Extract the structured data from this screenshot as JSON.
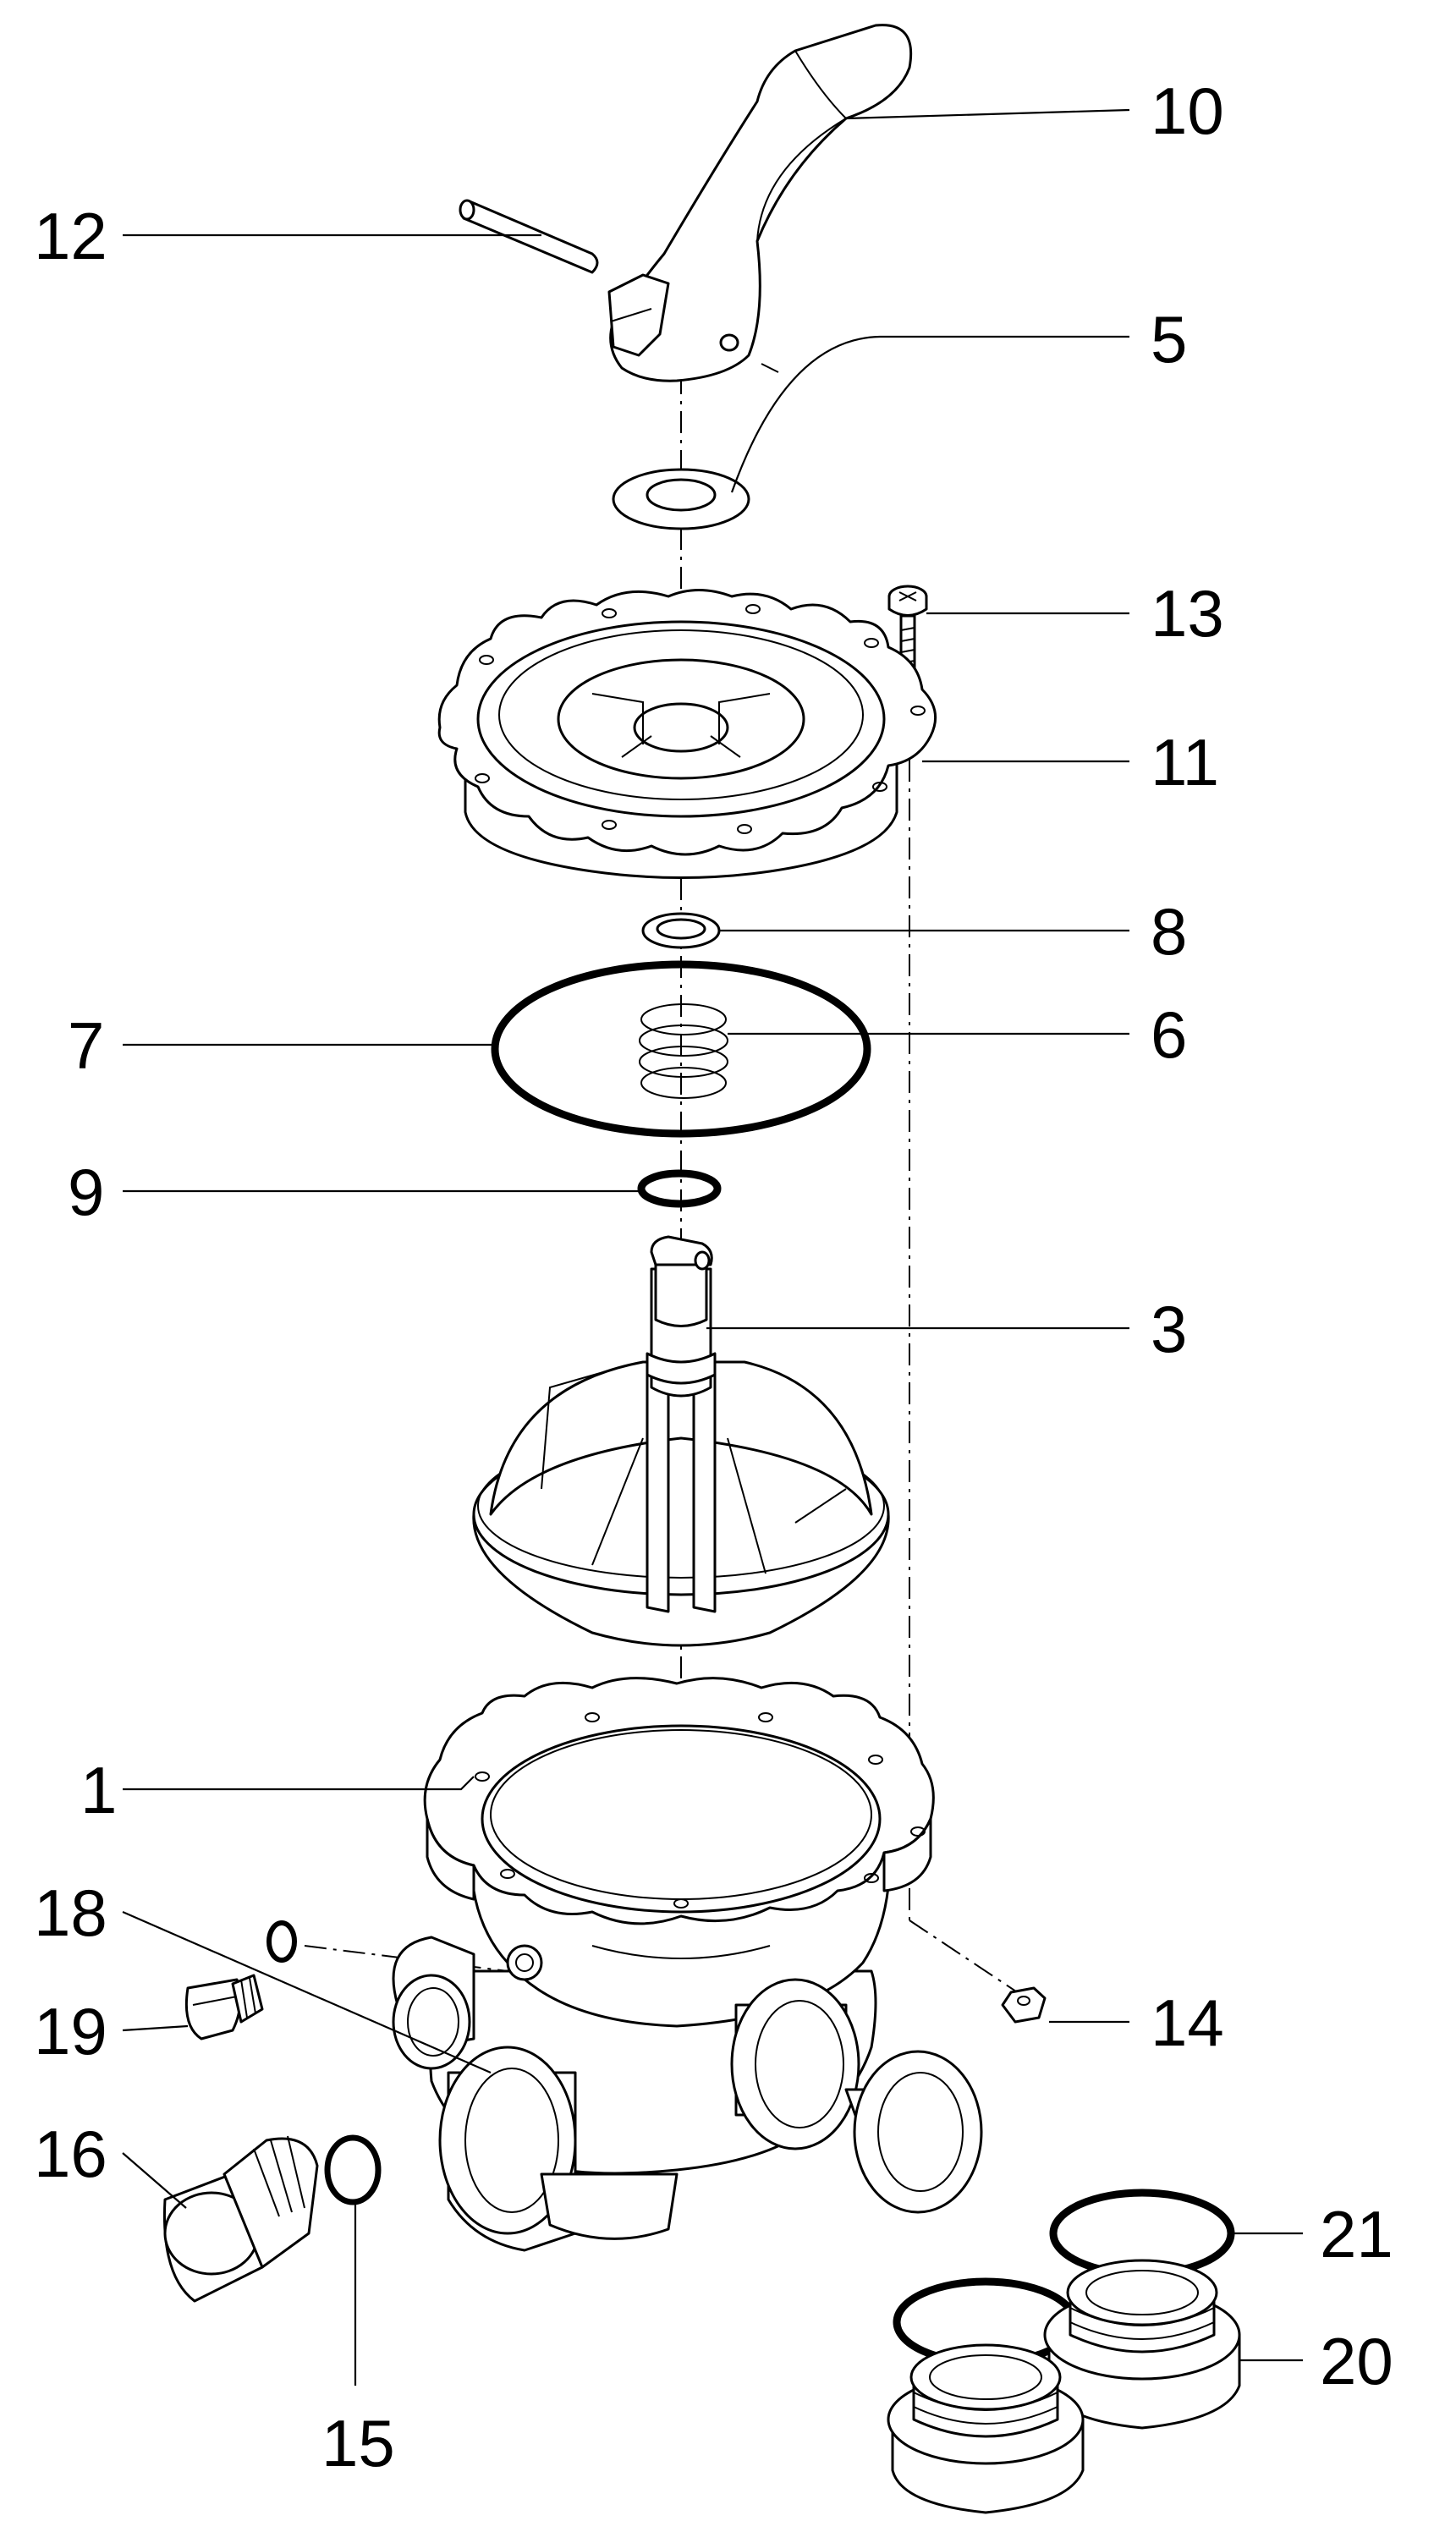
{
  "callouts": [
    {
      "id": "10",
      "label": "10"
    },
    {
      "id": "12",
      "label": "12"
    },
    {
      "id": "5",
      "label": "5"
    },
    {
      "id": "13",
      "label": "13"
    },
    {
      "id": "11",
      "label": "11"
    },
    {
      "id": "8",
      "label": "8"
    },
    {
      "id": "7",
      "label": "7"
    },
    {
      "id": "6",
      "label": "6"
    },
    {
      "id": "9",
      "label": "9"
    },
    {
      "id": "3",
      "label": "3"
    },
    {
      "id": "1",
      "label": "1"
    },
    {
      "id": "18",
      "label": "18"
    },
    {
      "id": "19",
      "label": "19"
    },
    {
      "id": "14",
      "label": "14"
    },
    {
      "id": "16",
      "label": "16"
    },
    {
      "id": "21",
      "label": "21"
    },
    {
      "id": "20",
      "label": "20"
    },
    {
      "id": "15",
      "label": "15"
    }
  ],
  "colors": {
    "line": "#000000",
    "background": "#ffffff"
  }
}
